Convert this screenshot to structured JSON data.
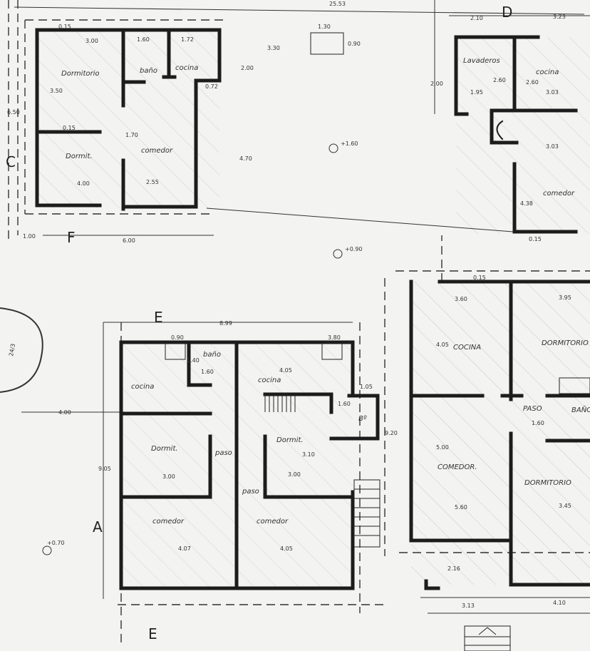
{
  "axes": {
    "top_c": "C",
    "top_d": "D",
    "top_f": "F",
    "bottom_e_top": "E",
    "bottom_e_bottom": "E",
    "bottom_a": "A"
  },
  "plan_top_left": {
    "rooms": {
      "dormitorio": "Dormitorio",
      "dormit": "Dormit.",
      "comedor": "comedor",
      "bano": "baño",
      "cocina": "cocina"
    },
    "dims": [
      "3.00",
      "1.60",
      "1.72",
      "3.50",
      "0.15",
      "0.15",
      "2.55",
      "4.00",
      "1.70",
      "2.00",
      "3.30",
      "6.00",
      "1.00",
      "6.50",
      "0.72",
      "4.70",
      "25.53",
      "1.30",
      "0.90"
    ]
  },
  "plan_top_right": {
    "rooms": {
      "lavaderos": "Lavaderos",
      "cocina": "cocina",
      "comedor": "comedor"
    },
    "dims": [
      "2.10",
      "3.23",
      "2.60",
      "2.60",
      "1.95",
      "3.03",
      "3.03",
      "4.38",
      "2.00",
      "0.15"
    ]
  },
  "plan_bottom_left": {
    "rooms": {
      "bano": "baño",
      "cocina_l": "cocina",
      "cocina_r": "cocina",
      "dormit_l": "Dormit.",
      "dormit_r": "Dormit.",
      "paso": "paso",
      "paso2": "paso",
      "comedor_l": "comedor",
      "comedor_r": "comedor",
      "bano_r": "Bº"
    },
    "dims": [
      "8.99",
      "4.00",
      "9.05",
      "9.20",
      "1.60",
      "4.05",
      "3.00",
      "3.00",
      "4.07",
      "4.05",
      "1.05",
      "1.60",
      "1.40",
      "3.10",
      "0.90",
      "3.80"
    ]
  },
  "plan_bottom_right": {
    "rooms": {
      "cocina": "COCINA",
      "comedor": "COMEDOR.",
      "dormitorio_top": "DORMITORIO",
      "dormitorio_bottom": "DORMITORIO",
      "paso": "PASO",
      "bano": "BAÑO"
    },
    "dims": [
      "3.60",
      "3.95",
      "4.05",
      "5.00",
      "5.60",
      "3.45",
      "1.60",
      "3.13",
      "4.10",
      "0.15",
      "2.16"
    ]
  },
  "levels": {
    "l1": "+1.60",
    "l2": "+0.90",
    "l3": "+0.70"
  },
  "side_note": "24/3"
}
